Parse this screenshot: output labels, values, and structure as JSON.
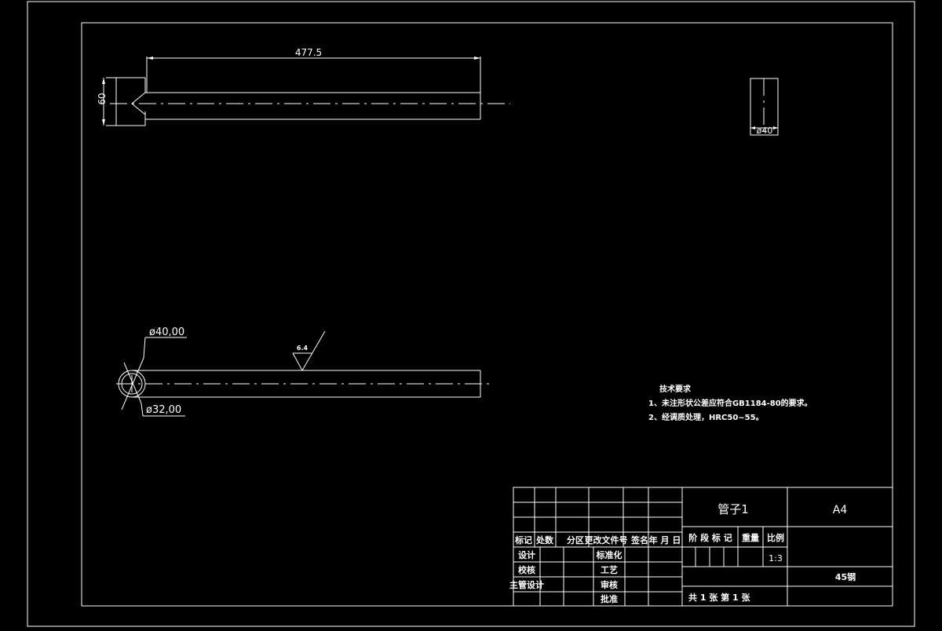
{
  "dimensions": {
    "length": "477.5",
    "height": "60",
    "diameter_small": "ø40",
    "outer_diameter": "ø40,00",
    "inner_diameter": "ø32,00",
    "roughness": "6.4"
  },
  "technical_requirements": {
    "title": "技术要求",
    "items": [
      "1、未注形状公差应符合GB1184-80的要求。",
      "2、经调质处理，HRC50~55。"
    ]
  },
  "title_block": {
    "part_name": "管子1",
    "sheet_size": "A4",
    "material": "45钢",
    "scale": "1:3",
    "sheet_info": "共 1 张 第 1 张",
    "headers": {
      "mark": "标记",
      "count": "处数",
      "zone": "分区",
      "change_doc": "更改文件号",
      "signature": "签名",
      "date": "年 月 日"
    },
    "roles": {
      "design": "设计",
      "check": "校核",
      "chief_design": "主管设计",
      "standardization": "标准化",
      "process": "工艺",
      "review": "审核",
      "approve": "批准"
    },
    "stage_label": "阶 段 标 记",
    "weight_label": "重量",
    "scale_label": "比例"
  }
}
